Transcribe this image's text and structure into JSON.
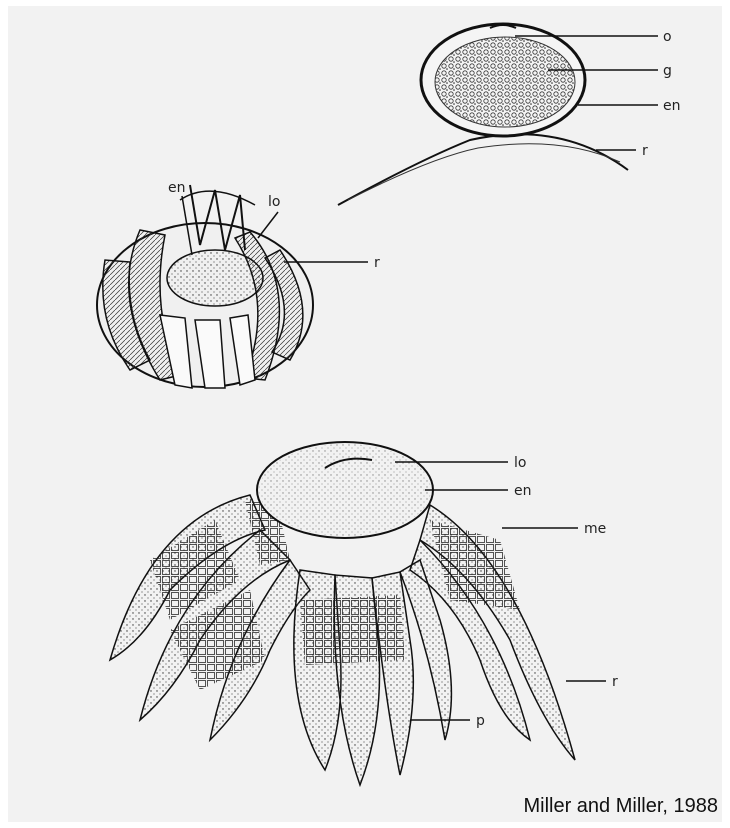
{
  "labels": {
    "o": "o",
    "g": "g",
    "en": "en",
    "r": "r",
    "lo": "lo",
    "me": "me",
    "p": "p"
  },
  "credit": "Miller and Miller, 1988"
}
